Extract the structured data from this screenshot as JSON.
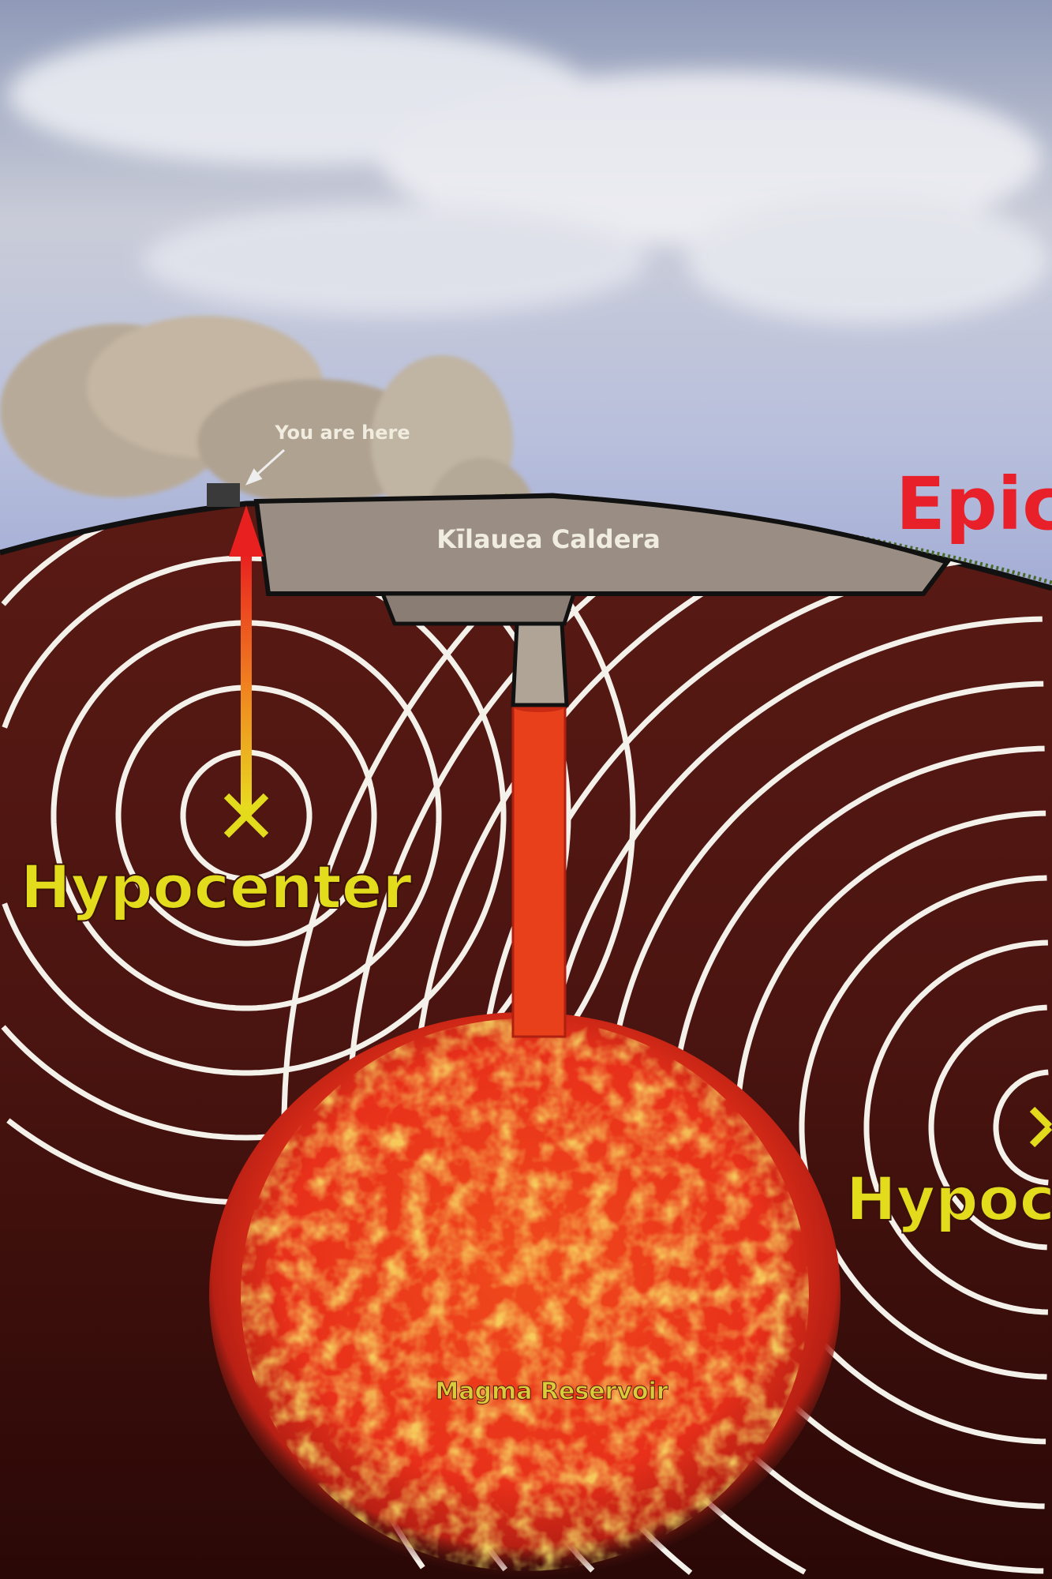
{
  "labels": {
    "you_are_here": "You are here",
    "caldera": "Kīlauea Caldera",
    "epicenter_partial": "Epic",
    "hypocenter_left": "Hypocenter",
    "hypocenter_right_partial": "Hypoc",
    "magma_reservoir": "Magma Reservoir"
  },
  "colors": {
    "hypocenter_text": "#e2dc1c",
    "epicenter_text": "#e8202a",
    "crust": "#4a1410",
    "magma": "#e8301a",
    "rings": "#f4f0ea"
  }
}
